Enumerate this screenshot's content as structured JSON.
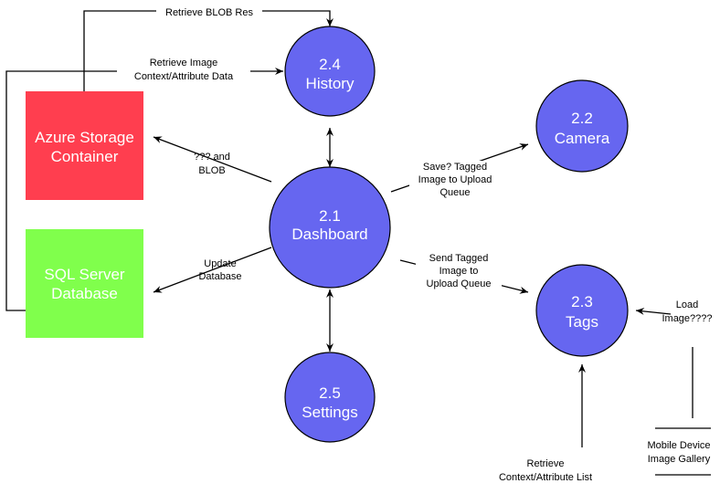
{
  "colors": {
    "process_fill": "#6666f0",
    "azure_fill": "#ff3e4f",
    "sql_fill": "#80ff4c"
  },
  "processes": {
    "history": {
      "number": "2.4",
      "name": "History"
    },
    "camera": {
      "number": "2.2",
      "name": "Camera"
    },
    "dashboard": {
      "number": "2.1",
      "name": "Dashboard"
    },
    "tags": {
      "number": "2.3",
      "name": "Tags"
    },
    "settings": {
      "number": "2.5",
      "name": "Settings"
    }
  },
  "stores": {
    "azure": {
      "line1": "Azure Storage",
      "line2": "Container"
    },
    "sql": {
      "line1": "SQL Server",
      "line2": "Database"
    },
    "gallery": {
      "line1": "Mobile Device",
      "line2": "Image Gallery"
    }
  },
  "flows": {
    "retrieve_blob": {
      "line1": "Retrieve BLOB Res"
    },
    "retrieve_image_context": {
      "line1": "Retrieve Image",
      "line2": "Context/Attribute Data"
    },
    "q_and_blob": {
      "line1": "??? and",
      "line2": "BLOB"
    },
    "update_database": {
      "line1": "Update",
      "line2": "Database"
    },
    "save_tagged": {
      "line1": "Save? Tagged",
      "line2": "Image to Upload",
      "line3": "Queue"
    },
    "send_tagged": {
      "line1": "Send Tagged",
      "line2": "Image to",
      "line3": "Upload Queue"
    },
    "load_image": {
      "line1": "Load",
      "line2": "Image????"
    },
    "retrieve_context_list": {
      "line1": "Retrieve",
      "line2": "Context/Attribute List"
    }
  }
}
